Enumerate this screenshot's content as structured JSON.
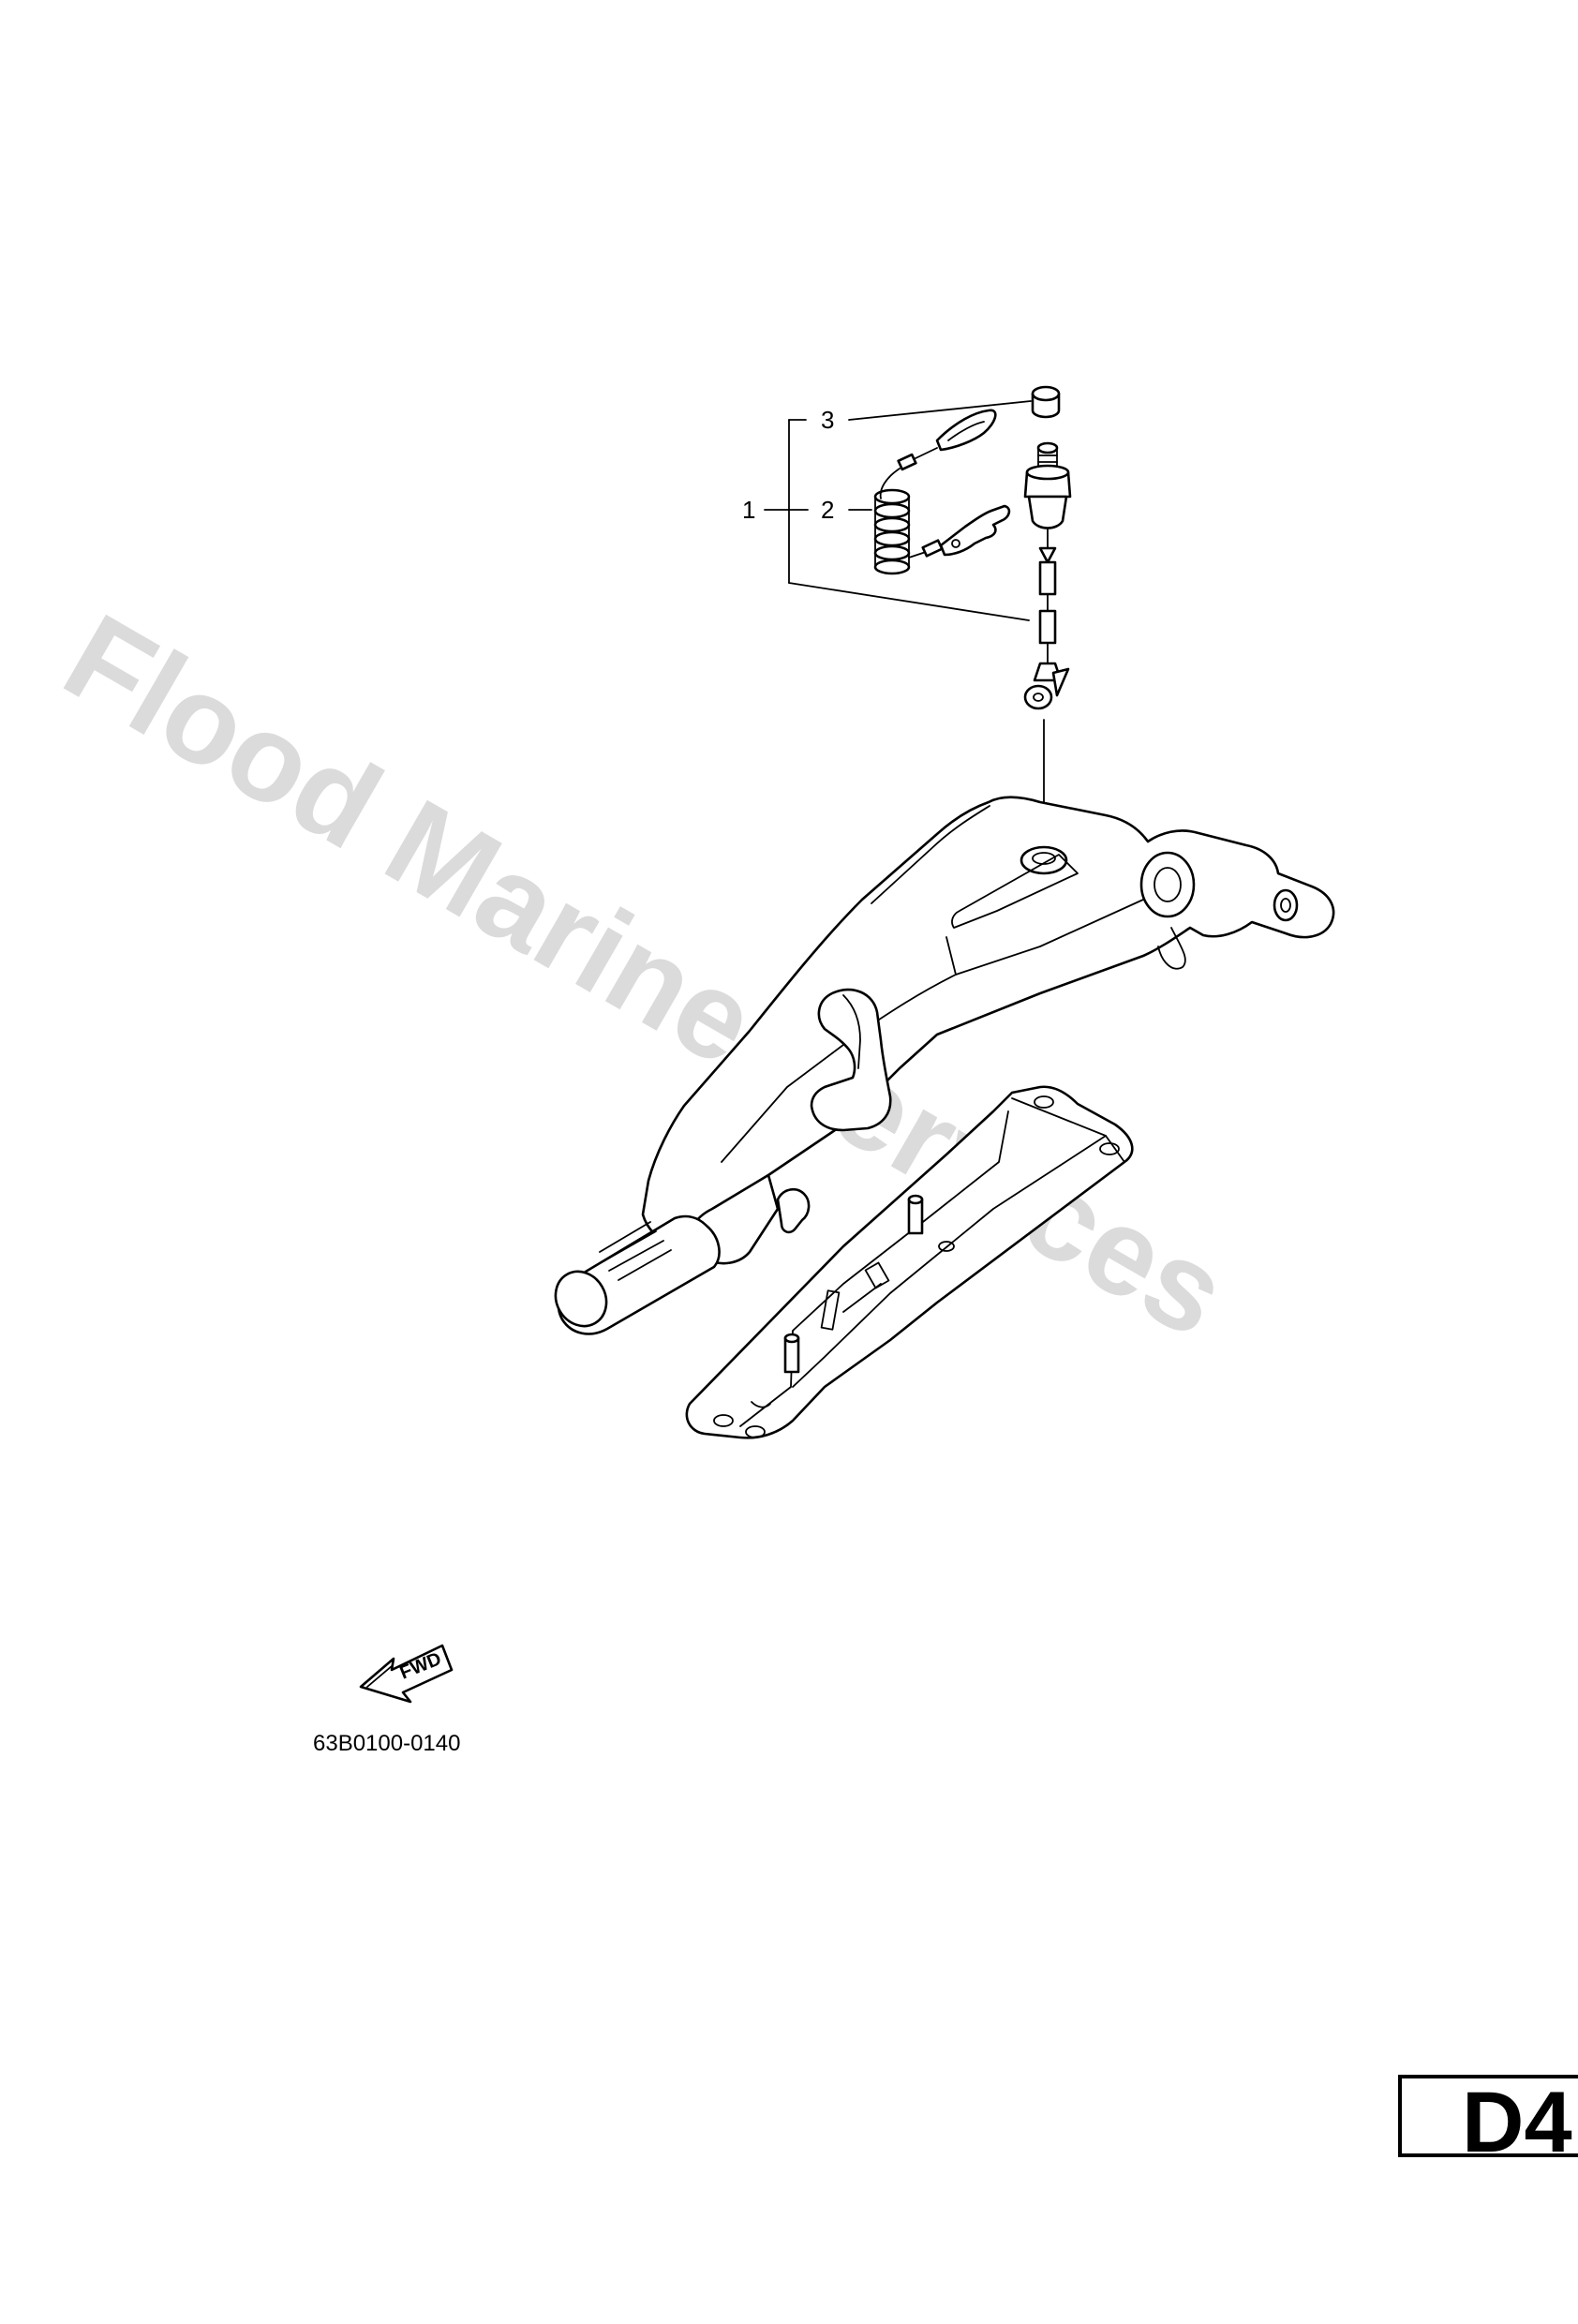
{
  "watermark": "Flood Marine Services",
  "callouts": {
    "one": "1",
    "two": "2",
    "three": "3"
  },
  "fwd_label": "FWD",
  "part_code": "63B0100-0140",
  "page_label": "D4"
}
